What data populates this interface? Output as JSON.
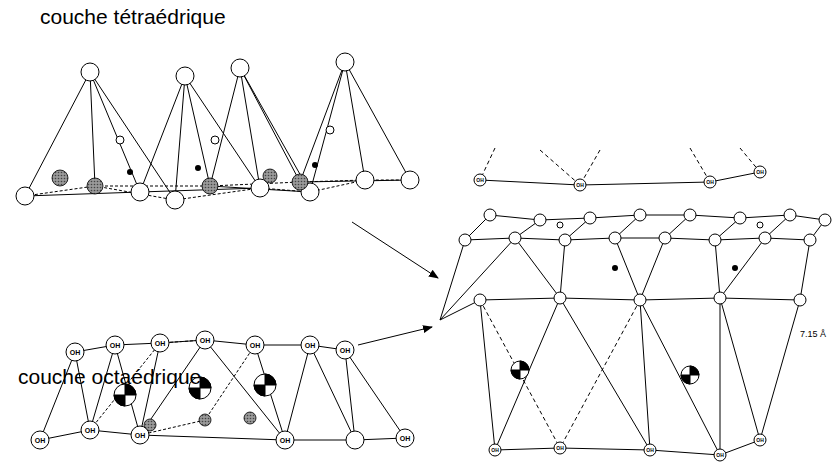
{
  "diagram": {
    "labels": [
      "couche tétraédrique",
      "couche octaédrique",
      "7.15 Å",
      "OH",
      "OH",
      "OH",
      "OH",
      "OH",
      "OH",
      "OH",
      "OH",
      "OH",
      "OH",
      "OH",
      "OH",
      "OH",
      "OH",
      "OH",
      "OH",
      "OH",
      "OH",
      "OH",
      "OH",
      "OH"
    ]
  }
}
